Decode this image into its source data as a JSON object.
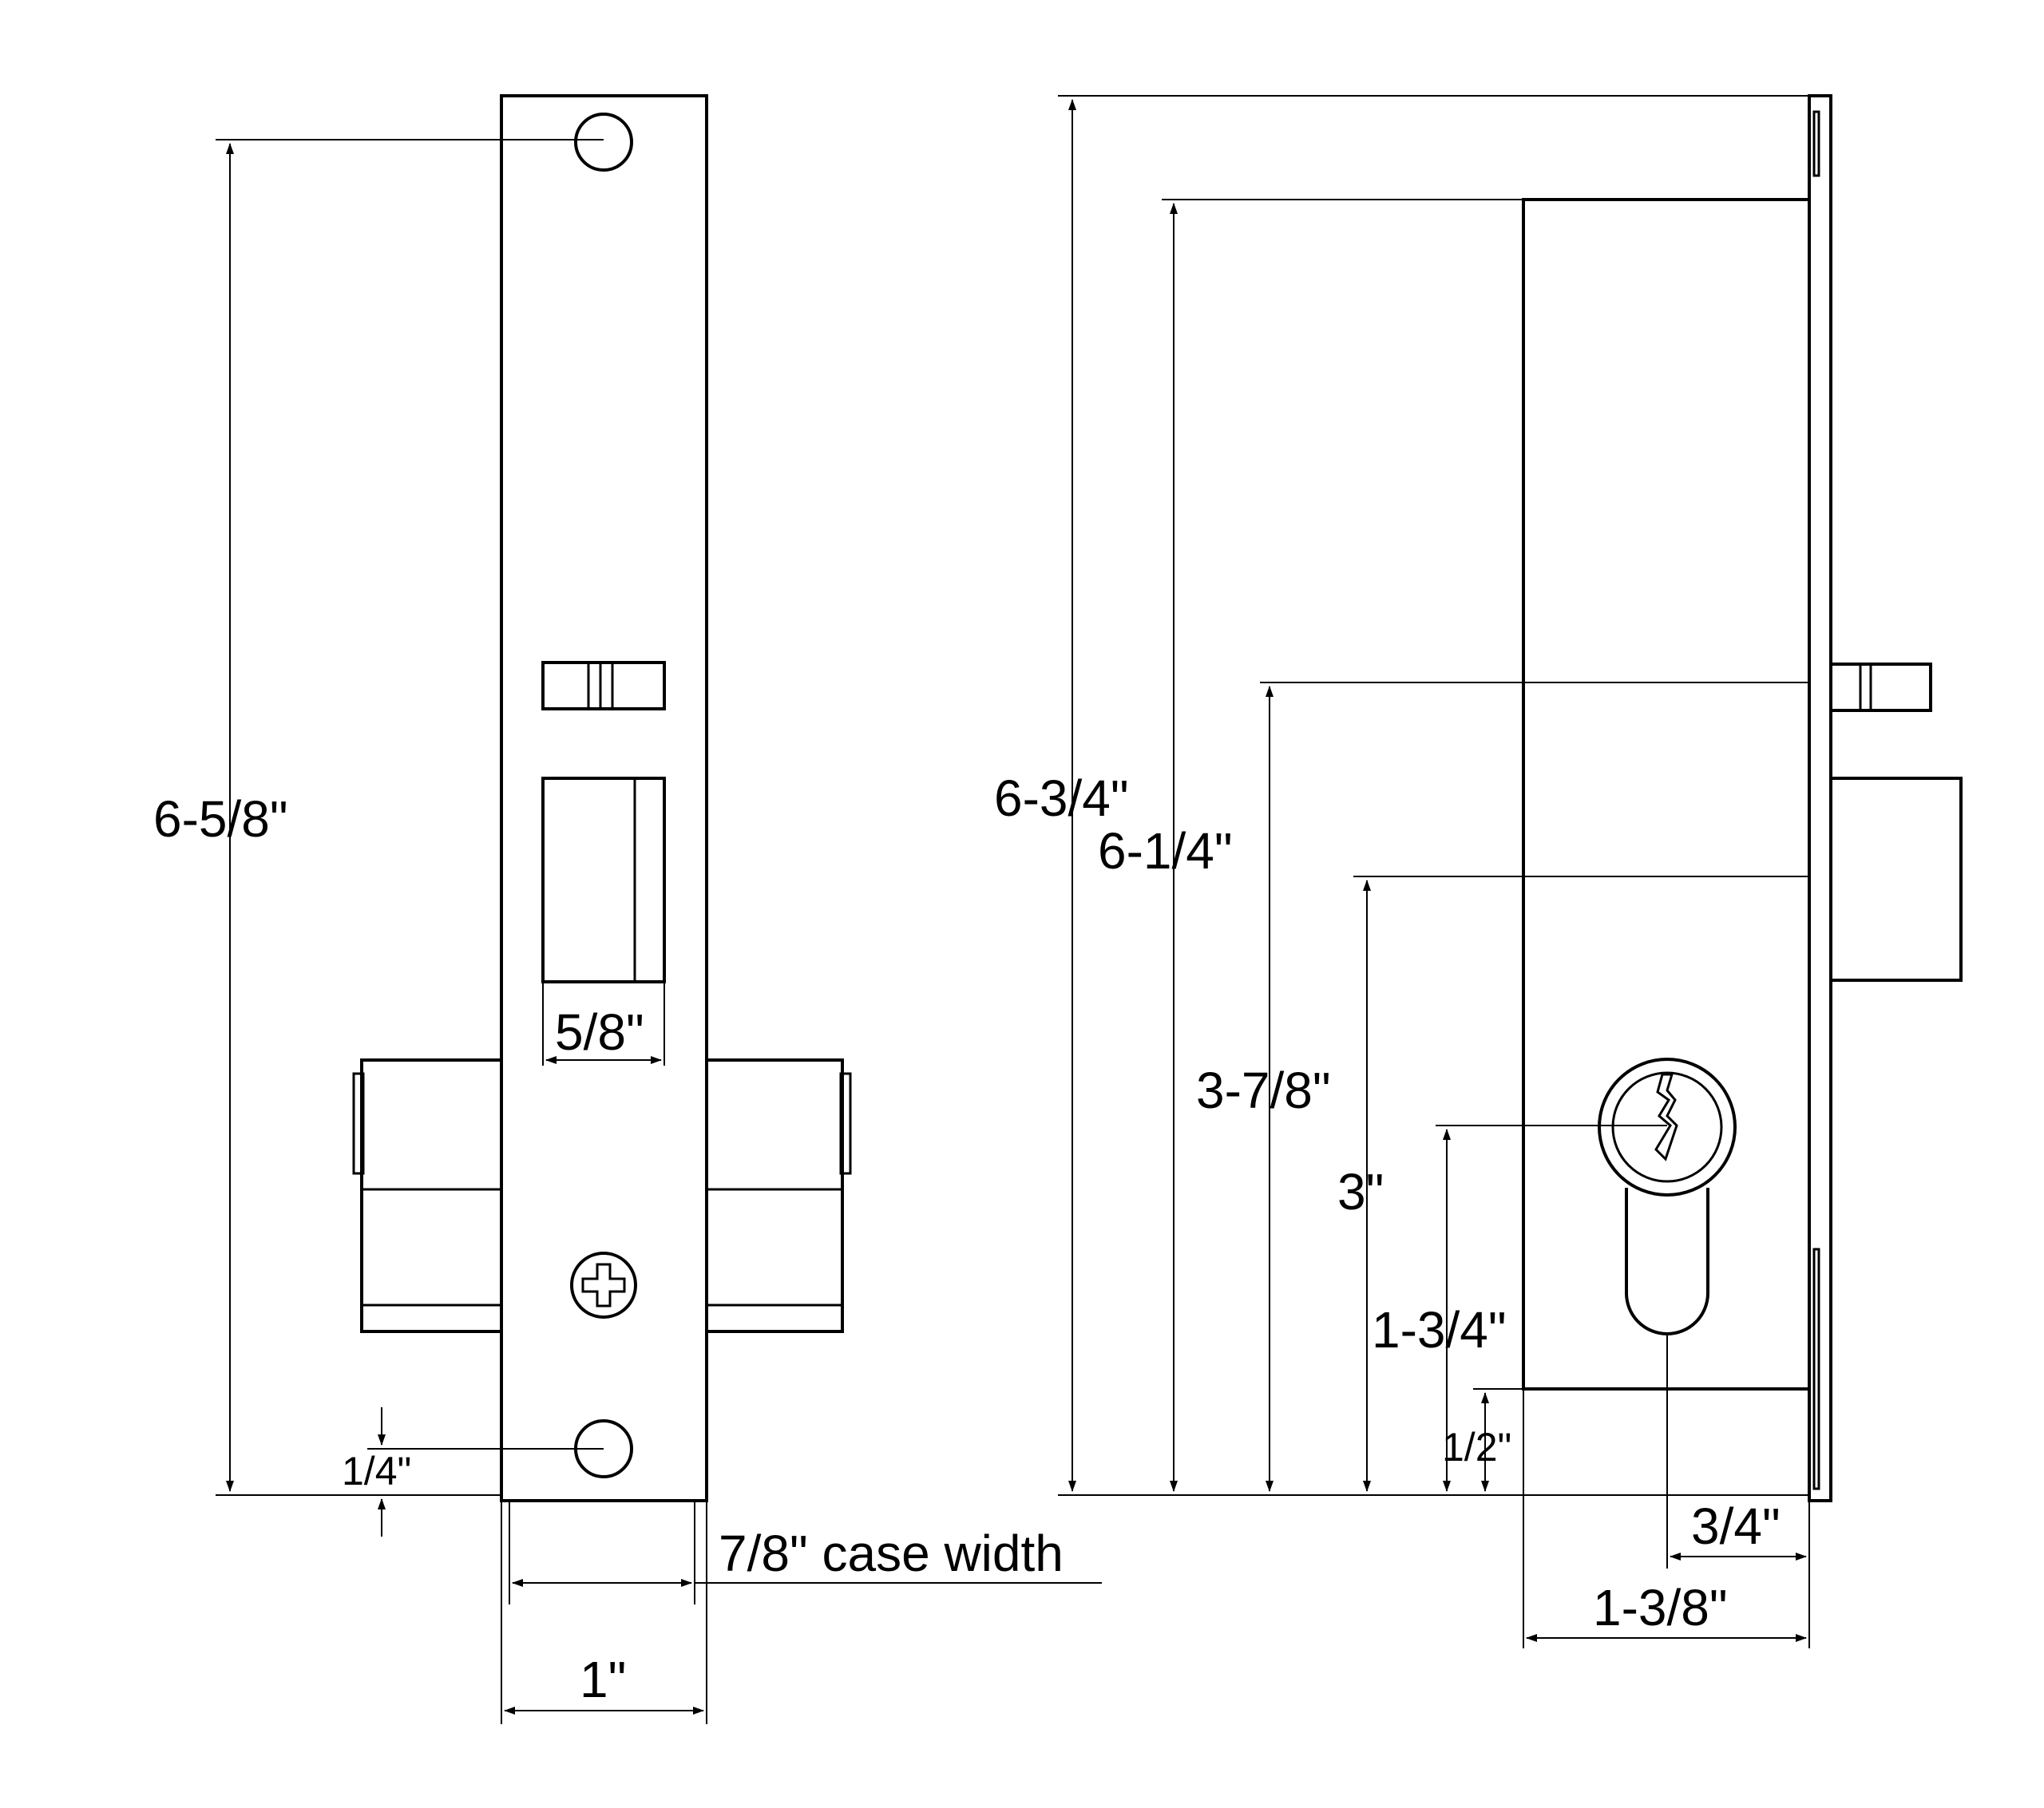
{
  "front_view": {
    "height_label": "6-5/8\"",
    "strike_width_label": "5/8\"",
    "edge_offset_label": "1/4\"",
    "case_width_label": "7/8\" case width",
    "faceplate_width_label": "1\""
  },
  "side_view": {
    "overall_height_label": "6-3/4\"",
    "case_height_label": "6-1/4\"",
    "latch_height_label": "3-7/8\"",
    "bolt_height_label": "3\"",
    "cylinder_center_label": "1-3/4\"",
    "case_bottom_label": "1/2\"",
    "backset_label": "3/4\"",
    "case_depth_label": "1-3/8\""
  }
}
